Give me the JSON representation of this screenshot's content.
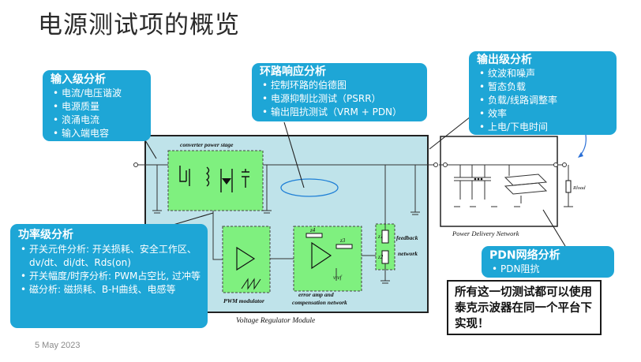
{
  "title": "电源测试项的概览",
  "date": "5 May 2023",
  "callouts": {
    "input": {
      "title": "输入级分析",
      "items": [
        "电流/电压谐波",
        "电源质量",
        "浪涌电流",
        "输入端电容"
      ]
    },
    "loop": {
      "title": "环路响应分析",
      "items": [
        "控制环路的伯德图",
        "电源抑制比测试（PSRR）",
        "输出阻抗测试（VRM + PDN）"
      ]
    },
    "output": {
      "title": "输出级分析",
      "items": [
        "纹波和噪声",
        "暂态负载",
        "负载/线路调整率",
        "效率",
        "上电/下电时间"
      ]
    },
    "power": {
      "title": "功率级分析",
      "items": [
        "开关元件分析: 开关损耗、安全工作区、dv/dt、di/dt、Rds(on)",
        "开关幅度/时序分析: PWM占空比, 过冲等",
        "磁分析:  磁损耗、B-H曲线、电感等"
      ]
    },
    "pdn": {
      "title": "PDN网络分析",
      "items": [
        "PDN阻抗"
      ]
    }
  },
  "note": "所有这一切测试都可以使用泰克示波器在同一个平台下实现！",
  "diagram_labels": {
    "converter_stage": "converter power stage",
    "pwm": "PWM modulator",
    "error_amp_line1": "error amp and",
    "error_amp_line2": "compensation network",
    "feedback_line1": "feedback",
    "feedback_line2": "network",
    "vrm": "Voltage Regulator Module",
    "pdn": "Power Delivery Network",
    "z1": "z1",
    "z2": "z2",
    "z3": "z3",
    "z4": "z4",
    "vref": "vref",
    "rload": "Rload"
  },
  "colors": {
    "callout": "#1ea6d6",
    "module_bg": "#bfe3ea",
    "green_block": "#7ff07f"
  }
}
